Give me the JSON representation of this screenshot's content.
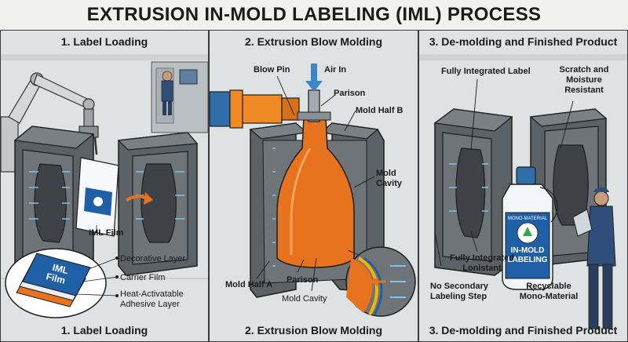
{
  "title": "EXTRUSION IN-MOLD LABELING (IML) PROCESS",
  "panels": [
    {
      "top_title": "1. Label Loading",
      "bottom_title": "1. Label Loading",
      "labels": {
        "iml_film": "IML Film",
        "decorative_layer": "Decorative Layer",
        "carrier_film": "Carrier Film",
        "adhesive_line1": "Heat-Activatable",
        "adhesive_line2": "Adhesive Layer",
        "film_word1": "IML",
        "film_word2": "Film"
      }
    },
    {
      "top_title": "2. Extrusion Blow Molding",
      "bottom_title": "2. Extrusion Blow Molding",
      "labels": {
        "blow_pin": "Blow Pin",
        "air_in": "Air In",
        "parison_top": "Parison",
        "mold_half_b": "Mold Half B",
        "mold_cavity_line1": "Mold",
        "mold_cavity_line2": "Cavity",
        "mold_half_a": "Mold Half A",
        "parison_bottom": "Parison",
        "mold_cavity_bottom": "Mold Cavity"
      }
    },
    {
      "top_title": "3. De-molding and Finished Product",
      "bottom_title": "3. De-molding and Finished Product",
      "labels": {
        "fully_integrated_label": "Fully Integrated Label",
        "scratch_line1": "Scratch and",
        "scratch_line2": "Moisture",
        "scratch_line3": "Resistant",
        "lonistant_line1": "Fully Integrated",
        "lonistant_line2": "Lonistant",
        "no_secondary_line1": "No Secondary",
        "no_secondary_line2": "Labeling Step",
        "recyclable_line1": "Recyclable",
        "recyclable_line2": "Mono-Material",
        "bottle_label_line1": "IN-MOLD",
        "bottle_label_line2": "LABELING",
        "bottle_badge": "MONO-MATERIAL"
      }
    }
  ],
  "colors": {
    "mold_steel": "#6f7478",
    "mold_dark": "#4a4f53",
    "parison_orange": "#e8731f",
    "extruder_orange": "#f08a24",
    "label_blue": "#1f5fa6",
    "air_blue": "#3a86c8",
    "outline": "#1e1e1e"
  }
}
